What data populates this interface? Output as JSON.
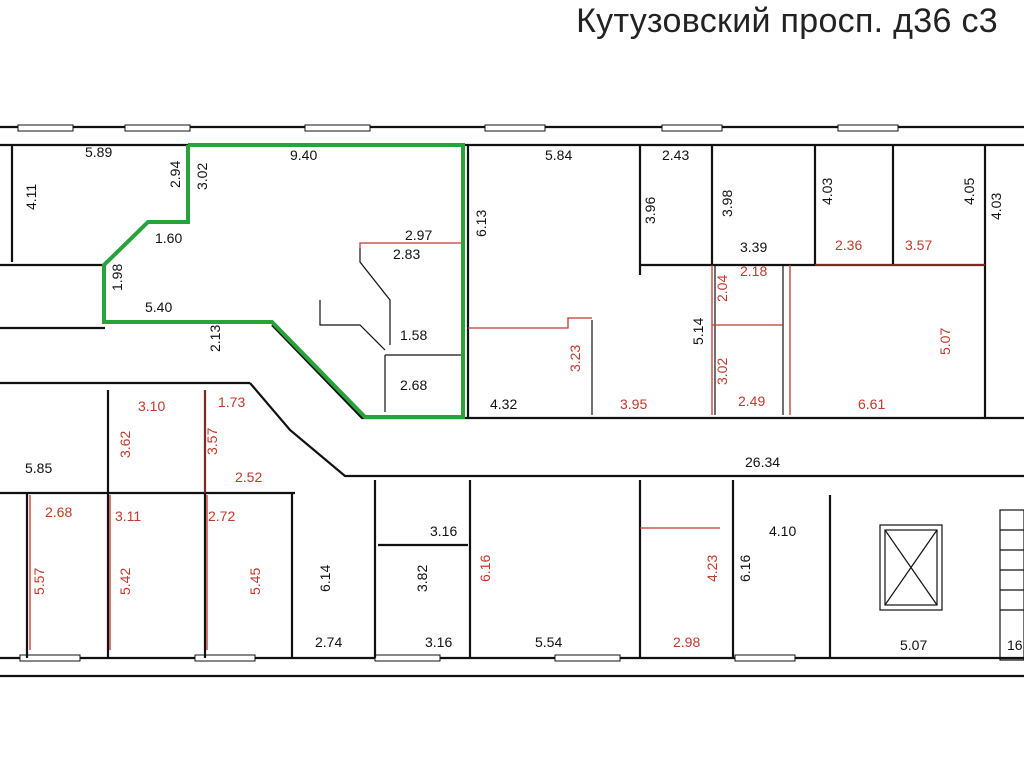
{
  "header": {
    "address": "Кутузовский просп. д36 с3"
  },
  "dimensions_top_row": [
    {
      "label": "5.89",
      "c": "k"
    },
    {
      "label": "4.11",
      "c": "k"
    },
    {
      "label": "2.94",
      "c": "k"
    },
    {
      "label": "3.02",
      "c": "k"
    },
    {
      "label": "1.60",
      "c": "k"
    },
    {
      "label": "1.98",
      "c": "k"
    },
    {
      "label": "5.40",
      "c": "k"
    },
    {
      "label": "9.40",
      "c": "k"
    },
    {
      "label": "2.97",
      "c": "k"
    },
    {
      "label": "2.83",
      "c": "k"
    },
    {
      "label": "6.13",
      "c": "k"
    },
    {
      "label": "1.58",
      "c": "k"
    },
    {
      "label": "2.68",
      "c": "k"
    },
    {
      "label": "2.13",
      "c": "k"
    },
    {
      "label": "5.84",
      "c": "k"
    },
    {
      "label": "4.32",
      "c": "k"
    },
    {
      "label": "3.23",
      "c": "r"
    },
    {
      "label": "3.95",
      "c": "r"
    },
    {
      "label": "5.14",
      "c": "k"
    },
    {
      "label": "2.43",
      "c": "k"
    },
    {
      "label": "3.96",
      "c": "k"
    },
    {
      "label": "3.98",
      "c": "k"
    },
    {
      "label": "3.39",
      "c": "k"
    },
    {
      "label": "4.03",
      "c": "k"
    },
    {
      "label": "2.36",
      "c": "r"
    },
    {
      "label": "3.57",
      "c": "r"
    },
    {
      "label": "4.05",
      "c": "k"
    },
    {
      "label": "4.03",
      "c": "k"
    },
    {
      "label": "2.18",
      "c": "r"
    },
    {
      "label": "2.04",
      "c": "r"
    },
    {
      "label": "3.02",
      "c": "r"
    },
    {
      "label": "2.49",
      "c": "r"
    },
    {
      "label": "6.61",
      "c": "r"
    },
    {
      "label": "5.07",
      "c": "r"
    }
  ],
  "dimensions_bottom_row": [
    {
      "label": "3.10",
      "c": "r"
    },
    {
      "label": "1.73",
      "c": "r"
    },
    {
      "label": "3.62",
      "c": "r"
    },
    {
      "label": "3.57",
      "c": "r"
    },
    {
      "label": "2.52",
      "c": "r"
    },
    {
      "label": "5.85",
      "c": "k"
    },
    {
      "label": "2.68",
      "c": "r"
    },
    {
      "label": "3.11",
      "c": "r"
    },
    {
      "label": "2.72",
      "c": "r"
    },
    {
      "label": "5.57",
      "c": "r"
    },
    {
      "label": "5.42",
      "c": "r"
    },
    {
      "label": "5.45",
      "c": "r"
    },
    {
      "label": "26.34",
      "c": "k"
    },
    {
      "label": "3.16",
      "c": "k"
    },
    {
      "label": "6.14",
      "c": "k"
    },
    {
      "label": "3.82",
      "c": "k"
    },
    {
      "label": "6.16",
      "c": "r"
    },
    {
      "label": "2.74",
      "c": "k"
    },
    {
      "label": "3.16",
      "c": "k"
    },
    {
      "label": "5.54",
      "c": "k"
    },
    {
      "label": "4.23",
      "c": "r"
    },
    {
      "label": "2.98",
      "c": "r"
    },
    {
      "label": "4.10",
      "c": "k"
    },
    {
      "label": "6.16",
      "c": "k"
    },
    {
      "label": "5.07",
      "c": "k"
    },
    {
      "label": "16",
      "c": "k"
    }
  ],
  "highlight_color": "#27a33a",
  "annotation_color": "#c0392b",
  "wall_color": "#111111"
}
